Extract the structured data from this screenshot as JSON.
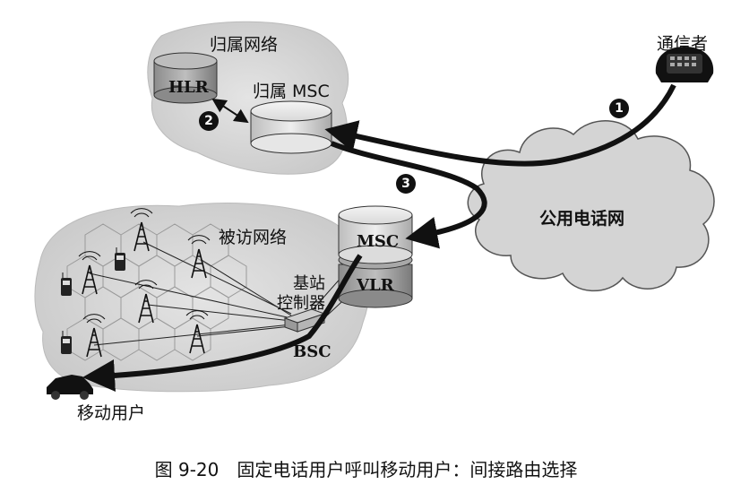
{
  "regions": {
    "home_network": "归属网络",
    "visited_network": "被访网络",
    "pstn": "公用电话网"
  },
  "nodes": {
    "caller": "通信者",
    "hlr": "HLR",
    "home_msc": "归属 MSC",
    "msc": "MSC",
    "vlr": "VLR",
    "bsc_zh": [
      "基站",
      "控制器"
    ],
    "bsc": "BSC",
    "mobile_user": "移动用户"
  },
  "steps": [
    "1",
    "2",
    "3"
  ],
  "caption": "图 9-20　固定电话用户呼叫移动用户：间接路由选择"
}
